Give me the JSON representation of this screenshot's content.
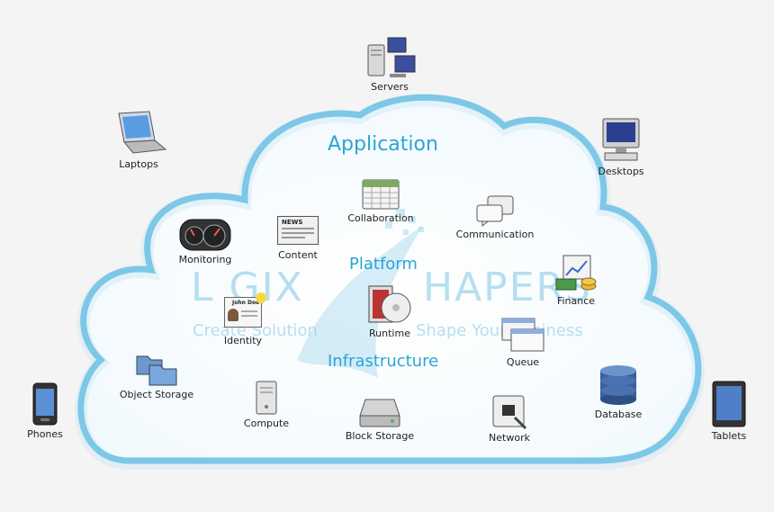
{
  "layers": {
    "application": "Application",
    "platform": "Platform",
    "infrastructure": "Infrastructure"
  },
  "watermark": {
    "left": "L GIX",
    "right": "HAPERS",
    "tag_left": "Create Solution",
    "tag_right": "Shape Your Business"
  },
  "devices": {
    "servers": "Servers",
    "laptops": "Laptops",
    "desktops": "Desktops",
    "phones": "Phones",
    "tablets": "Tablets"
  },
  "services": {
    "collaboration": "Collaboration",
    "communication": "Communication",
    "monitoring": "Monitoring",
    "content": "Content",
    "finance": "Finance",
    "identity": "Identity",
    "runtime": "Runtime",
    "queue": "Queue",
    "object_storage": "Object Storage",
    "compute": "Compute",
    "block_storage": "Block Storage",
    "network": "Network",
    "database": "Database"
  },
  "badges": {
    "news": "NEWS",
    "john_doe": "John Doe"
  },
  "colors": {
    "cloud_border": "#5ab9e0",
    "cloud_fill": "#ffffff",
    "layer_text": "#2aa5d6"
  }
}
